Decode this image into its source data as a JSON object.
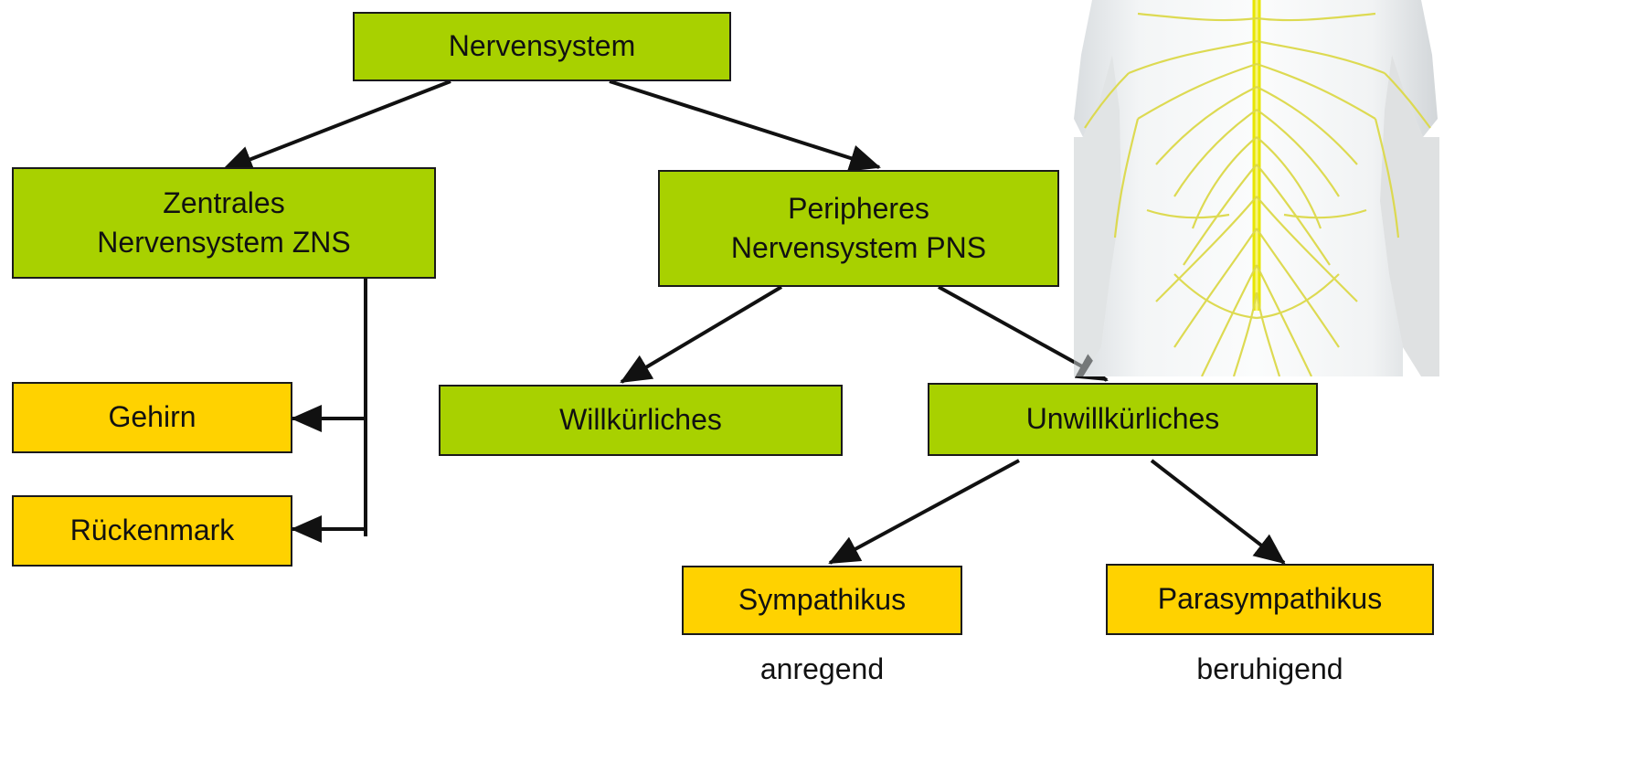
{
  "nodes": {
    "root": {
      "line1": "Nervensystem"
    },
    "zns": {
      "line1": "Zentrales",
      "line2": "Nervensystem ZNS"
    },
    "pns": {
      "line1": "Peripheres",
      "line2": "Nervensystem PNS"
    },
    "gehirn": {
      "line1": "Gehirn"
    },
    "rueckenmark": {
      "line1": "Rückenmark"
    },
    "willkuerlich": {
      "line1": "Willkürliches"
    },
    "unwillkuerlich": {
      "line1": "Unwillkürliches"
    },
    "sympathikus": {
      "line1": "Sympathikus",
      "caption": "anregend"
    },
    "parasympathikus": {
      "line1": "Parasympathikus",
      "caption": "beruhigend"
    }
  },
  "colors": {
    "category_fill": "#a8d100",
    "leaf_fill": "#ffd200",
    "line": "#111111"
  },
  "illustration": {
    "subject": "human torso nervous system"
  }
}
